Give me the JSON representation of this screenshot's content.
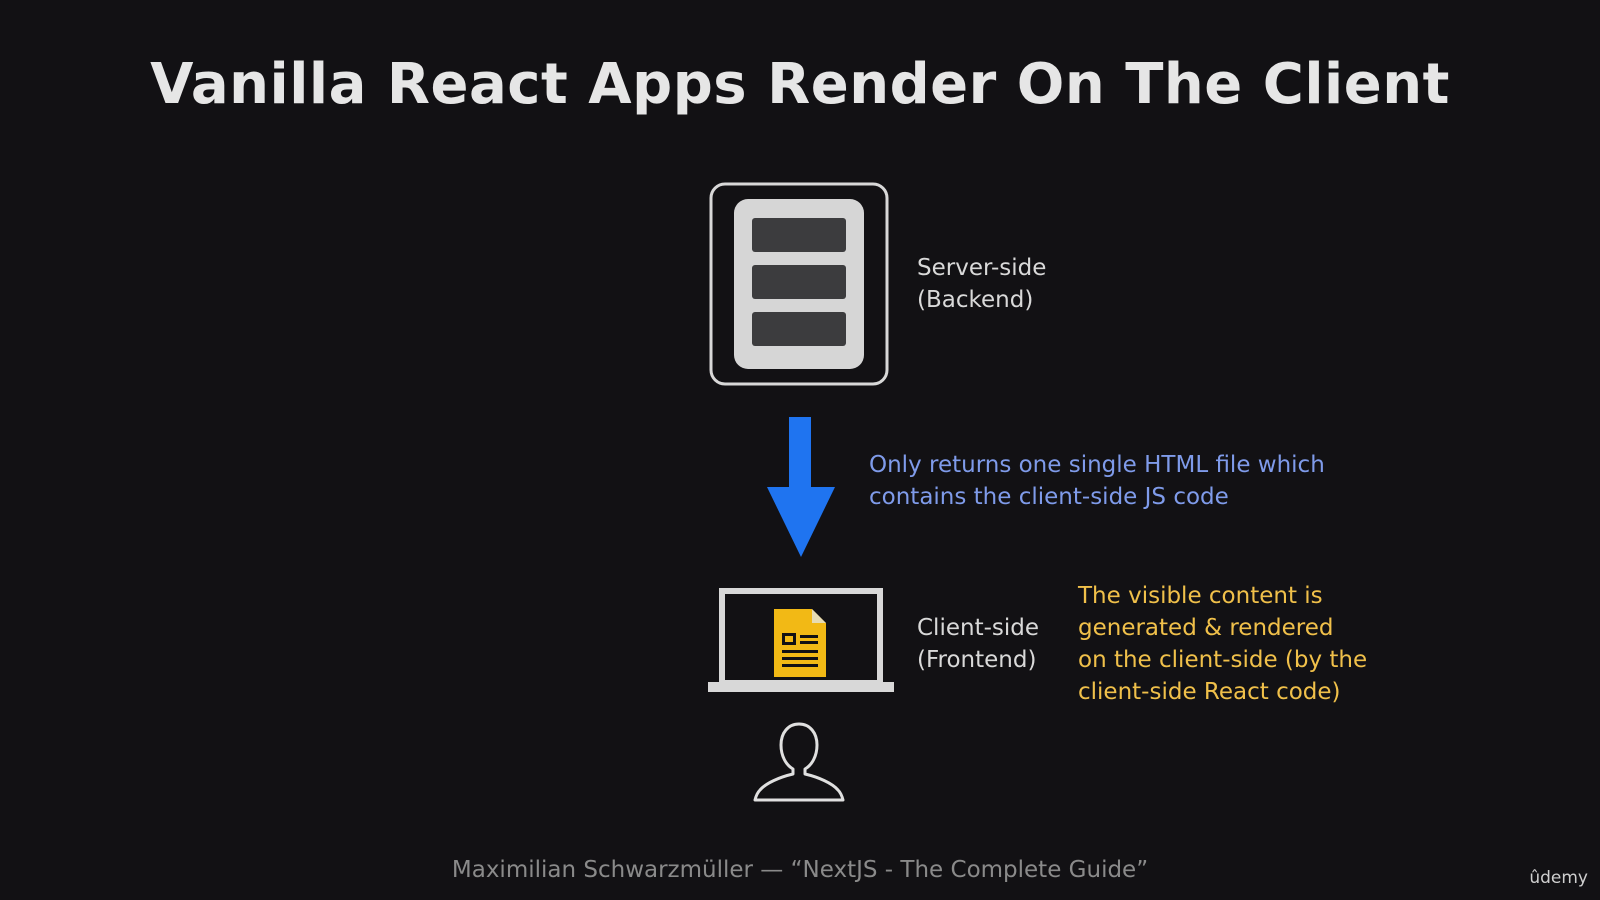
{
  "slide": {
    "title": "Vanilla React Apps Render On The Client",
    "footer": "Maximilian Schwarzmüller — “NextJS - The Complete Guide”",
    "brand": "ûdemy"
  },
  "server": {
    "icon": "server-icon",
    "label_line1": "Server-side",
    "label_line2": "(Backend)"
  },
  "flow": {
    "icon": "arrow-down-icon",
    "text_line1": "Only returns one single HTML file which",
    "text_line2": "contains the client-side JS code"
  },
  "client": {
    "icon": "laptop-icon",
    "document_icon": "document-icon",
    "label_line1": "Client-side",
    "label_line2": "(Frontend)"
  },
  "note": {
    "line1": "The visible content is",
    "line2": "generated & rendered",
    "line3": "on the client-side (by the",
    "line4": "client-side React code)"
  },
  "user": {
    "icon": "user-icon"
  },
  "colors": {
    "background": "#121114",
    "arrow": "#1f74f0",
    "arrow_text": "#7f9bea",
    "note_text": "#f0c04a",
    "document": "#f2b915"
  }
}
